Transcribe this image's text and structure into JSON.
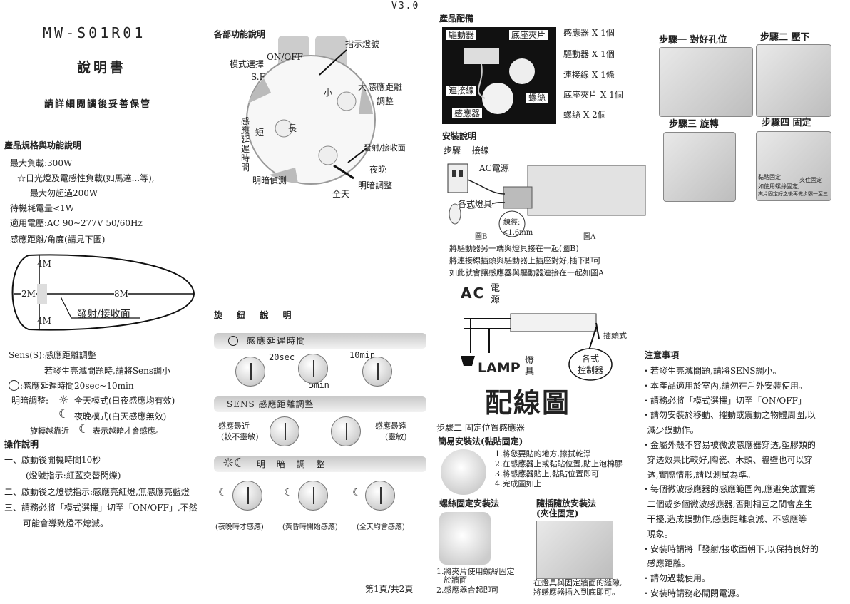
{
  "header": {
    "version": "V3.0",
    "model": "MW-S01R01",
    "title": "說明書",
    "subtitle": "請詳細閱讀後妥善保管"
  },
  "specs": {
    "heading": "產品規格與功能說明",
    "load": "最大負載:300W",
    "note1": "☆日光燈及電感性負載(如馬達...等),",
    "note2": "最大勿超過200W",
    "standby": "待機耗電量<1W",
    "voltage": "適用電壓:AC 90~277V 50/60Hz",
    "range": "感應距離/角度(請見下圖)"
  },
  "range_diagram": {
    "top": "4M",
    "left": "2M",
    "right": "8M",
    "bottom": "4M",
    "label": "發射/接收面"
  },
  "adjust": {
    "sens": "Sens(S):感應距離調整",
    "sens_tip": "若發生亮滅問題時,請將Sens調小",
    "delay": ":感應延遲時間20sec~10min",
    "lux_prefix": "明暗調整:",
    "lux_all": "全天模式(日夜感應均有效)",
    "lux_night": "夜晚模式(白天感應無效)",
    "lux_tip_a": "旋轉越靠近",
    "lux_tip_b": "表示越暗才會感應。"
  },
  "operation": {
    "heading": "操作說明",
    "step1": "一、啟動後開機時間10秒",
    "step1b": "(燈號指示:紅藍交替閃爍)",
    "step2": "二、啟動後之燈號指示:感應亮紅燈,無感應亮藍燈",
    "step3": "三、請務必將「模式選擇」切至「ON/OFF」,不然",
    "step3b": "可能會導致燈不熄滅。"
  },
  "parts": {
    "heading": "各部功能說明",
    "onoff": "ON/OFF",
    "mode": "模式選擇",
    "sf": "S.F",
    "indicator": "指示燈號",
    "big": "大",
    "dist": "感應距離",
    "small": "小",
    "adjust": "調整",
    "short": "短",
    "long": "長",
    "delay_v": "感應延遲時間",
    "emit": "發射/接收面",
    "night": "夜晚",
    "allday": "全天",
    "lux": "明暗調整",
    "lux_detect": "明暗偵測"
  },
  "knobs": {
    "heading": "旋 鈕 說 明",
    "delay_label": "感應延遲時間",
    "t20": "20sec",
    "t10": "10min",
    "t5": "5min",
    "sens_label": "SENS 感應距離調整",
    "near_a": "感應最近",
    "near_b": "(較不靈敏)",
    "far_a": "感應最遠",
    "far_b": "(靈敏)",
    "lux_label": "明 暗 調 整",
    "cap1": "(夜晚時才感應)",
    "cap2": "(黃昏時開始感應)",
    "cap3": "(全天均會感應)"
  },
  "package": {
    "heading": "產品配備",
    "l_driver": "驅動器",
    "l_clip": "底座夾片",
    "l_cable": "連接線",
    "l_screw": "螺絲",
    "l_sensor": "感應器",
    "items": [
      "感應器 X 1個",
      "驅動器 X 1個",
      "連接線 X 1條",
      "底座夾片 X 1個",
      "螺絲 X 2個"
    ]
  },
  "install": {
    "heading": "安裝說明",
    "step1": "步驟一 接線",
    "ac": "AC電源",
    "lamp": "各式燈具",
    "wire": "線徑:",
    "wire2": "<1.6mm",
    "figB": "圖B",
    "figA": "圖A",
    "n1": "將驅動器另一端與燈具接在一起(圖B)",
    "n2": "將連接線插頭與驅動器上插座對好,插下即可",
    "n3": "如此就會讓感應器與驅動器連接在一起如圖A"
  },
  "wiring": {
    "ac": "AC",
    "power": "電源",
    "lamp": "LAMP",
    "lamp_zh": "燈具",
    "plug": "插頭式",
    "ctrl_a": "各式",
    "ctrl_b": "控制器",
    "title": "配線圖"
  },
  "steps": {
    "s1": "步驟一 對好孔位",
    "s2": "步驟二 壓下",
    "s3": "步驟三 旋轉",
    "s4": "步驟四 固定",
    "fix1": "黏貼固定",
    "fix2": "夾住固定",
    "fix3": "如使用螺絲固定,",
    "fix4": "夾片固定好之後再做步驟一至三"
  },
  "step2": {
    "heading": "步驟二 固定位置感應器",
    "easy": "簡易安裝法(黏貼固定)",
    "e1": "1.將您要貼的地方,擦拭乾淨",
    "e2": "2.在感應器上或黏貼位置,貼上泡棉膠",
    "e3": "3.將感應器貼上,黏貼位置即可",
    "e4": "4.完成圖如上",
    "screw": "螺絲固定安裝法",
    "sc1": "1.將夾片使用螺絲固定",
    "sc1b": "於牆面",
    "sc2": "2.感應器合起即可",
    "clip": "隨插隨放安裝法",
    "clip2": "(夾住固定)",
    "cl1": "在燈具與固定牆面的縫隙,",
    "cl2": "將感應器插入到底即可。"
  },
  "footer": {
    "page": "第1頁/共2頁"
  },
  "notes": {
    "heading": "注意事項",
    "lines": [
      "‧若發生亮滅問題,請將SENS調小。",
      "‧本產品適用於室內,請勿在戶外安裝使用。",
      "‧請務必將「模式選擇」切至「ON/OFF」",
      "‧請勿安裝於移動、擺動或震動之物體周圍,以",
      "  減少誤動作。",
      "‧金屬外殼不容易被微波感應器穿透,塑膠類的",
      "  穿透效果比較好,陶瓷、木頭、牆壁也可以穿",
      "  透,實際情形,請以測試為準。",
      "‧每個微波感應器的感應範圍內,應避免放置第",
      "  二個或多個微波感應器,否則相互之間會產生",
      "  干擾,造成誤動作,感應距離衰減、不感應等",
      "  現象。",
      "‧安裝時請將「發射/接收面朝下,以保持良好的",
      "  感應距離。",
      "‧請勿過載使用。",
      "‧安裝時請務必關閉電源。"
    ]
  }
}
